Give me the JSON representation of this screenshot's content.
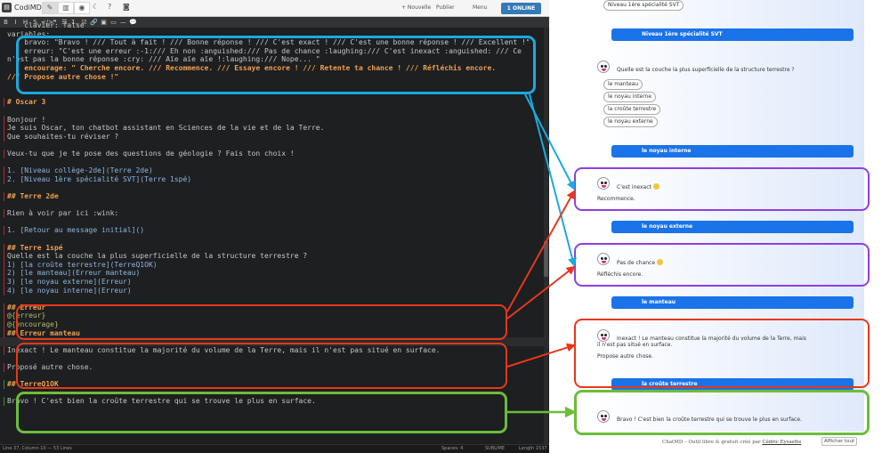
{
  "navbar": {
    "brand": "CodiMD",
    "new_label": "+ Nouvelle",
    "publish_label": "Publier",
    "menu_label": "Menu",
    "online_label": "1 ONLINE"
  },
  "toolbar": {
    "buttons": [
      "B",
      "I",
      "H",
      "S",
      "</>",
      "❝",
      "☰",
      "1.",
      "☑",
      "🔗",
      "▣",
      "▭",
      "—",
      "💬"
    ]
  },
  "editor": {
    "lines": [
      "    clavier: false",
      "variables:",
      "    bravo: \"Bravo ! /// Tout à fait ! /// Bonne réponse ! /// C'est exact ! /// C'est une bonne réponse ! /// Excellent !\"",
      "    erreur: \"C'est une erreur :-1:/// Eh non :anguished:/// Pas de chance :laughing:/// C'est inexact :anguished: /// Ce",
      "n'est pas la bonne réponse :cry: /// Aïe aïe aïe !:laughing:/// Nope... \"",
      "    encourage: \" Cherche encore. /// Recommence. /// Essaye encore ! /// Retente ta chance ! /// Réfléchis encore.",
      "/// Propose autre chose !\"",
      "",
      "",
      "# Oscar 3",
      "",
      "Bonjour !",
      "Je suis Oscar, ton chatbot assistant en Sciences de la vie et de la Terre.",
      "Que souhaites-tu réviser ?",
      "",
      "Veux-tu que je te pose des questions de géologie ? Fais ton choix !",
      "",
      "1. [Niveau collège-2de](Terre 2de)",
      "2. [Niveau 1ère spécialité SVT](Terre 1spé)",
      "",
      "## Terre 2de",
      "",
      "Rien à voir par ici :wink:",
      "",
      "1. [Retour au message initial]()",
      "",
      "## Terre 1spé",
      "Quelle est la couche la plus superficielle de la structure terrestre ?",
      "1) [la croûte terrestre](TerreQ1OK)",
      "2) [le manteau](Erreur manteau)",
      "3) [le noyau externe](Erreur)",
      "4) [le noyau interne](Erreur)",
      "",
      "## Erreur",
      "@{erreur}",
      "@{encourage}",
      "## Erreur manteau",
      "",
      "Inexact ! Le manteau constitue la majorité du volume de la Terre, mais il n'est pas situé en surface.",
      "",
      "Proposé autre chose.",
      "",
      "## TerreQ1OK",
      "",
      "Bravo ! C'est bien la croûte terrestre qui se trouve le plus en surface."
    ]
  },
  "statusbar": {
    "position": "Line 37, Column 10 — 53 Lines",
    "spaces": "Spaces: 4",
    "keymap": "SUBLIME",
    "length": "Length 1537"
  },
  "chat": {
    "top_choice": "Niveau 1ère spécialité SVT",
    "user_level": "Niveau 1ère spécialité SVT",
    "question": "Quelle est la couche la plus superficielle de la structure terrestre ?",
    "choices": [
      "le manteau",
      "le noyau interne",
      "la croûte terrestre",
      "le noyau externe"
    ],
    "user_1": "le noyau interne",
    "reply_1_a": "C'est inexact",
    "reply_1_b": "Recommence.",
    "user_2": "le noyau externe",
    "reply_2_a": "Pas de chance",
    "reply_2_b": "Réfléchis encore.",
    "user_3": "le manteau",
    "reply_3_a": "Inexact ! Le manteau constitue la majorité du volume de la Terre, mais",
    "reply_3_a2": "il n'est pas situé en surface.",
    "reply_3_b": "Propose autre chose.",
    "user_4": "la croûte terrestre",
    "reply_4": "Bravo ! C'est bien la croûte terrestre qui se trouve le plus en surface.",
    "footer_prefix": "ChatMD – Outil libre & gratuit créé par ",
    "footer_author": "Cédric Eyssette",
    "show_all": "Afficher tout"
  },
  "colors": {
    "cyan": "#1ba9e0",
    "purple": "#8e3fe0",
    "red": "#e8371c",
    "green": "#6cbd3a",
    "user_bubble": "#1a73e8"
  }
}
